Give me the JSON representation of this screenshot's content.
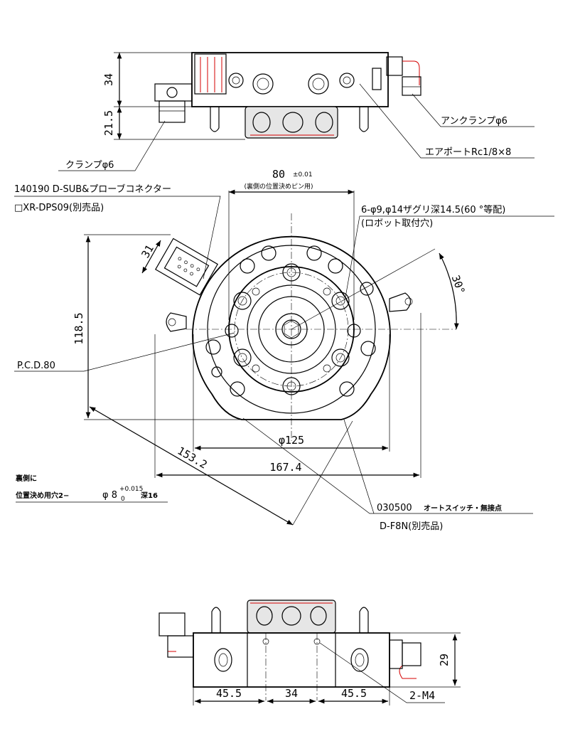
{
  "top_view": {
    "dim_height_34": "34",
    "dim_height_21_5": "21.5",
    "label_unclamp": "アンクランプφ6",
    "label_air_port": "エアポートRc1/8×8",
    "label_clamp": "クランプφ6"
  },
  "front_view": {
    "connector_line1": "140190 D-SUB&プローブコネクター",
    "connector_line2": "□XR-DPS09(別売品)",
    "dim_80": "80",
    "dim_80_tol": "±0.01",
    "dim_80_note": "(裏側の位置決めピン用)",
    "robot_hole_line1": "6-φ9,φ14ザグリ深14.5(60  °等配)",
    "robot_hole_line2": "(ロボット取付穴)",
    "dim_31": "31",
    "angle_30": "30°",
    "dim_118_5": "118.5",
    "pcd": "P.C.D.80",
    "dim_125": "φ125",
    "dim_153_2": "153.2",
    "dim_167_4": "167.4",
    "back_note_line1": "裏側に",
    "back_note_line2": "位置決め用穴2−",
    "pin_hole_dia": "φ 8",
    "pin_hole_tol_upper": "+0.015",
    "pin_hole_tol_lower": "0",
    "pin_hole_depth": "深16",
    "switch_line1_code": "030500",
    "switch_line1_name": "オートスイッチ・無接点",
    "switch_line2": "D-F8N(別売品)"
  },
  "bottom_view": {
    "dim_45_5_left": "45.5",
    "dim_34": "34",
    "dim_45_5_right": "45.5",
    "dim_29": "29",
    "label_m4": "2-M4"
  }
}
